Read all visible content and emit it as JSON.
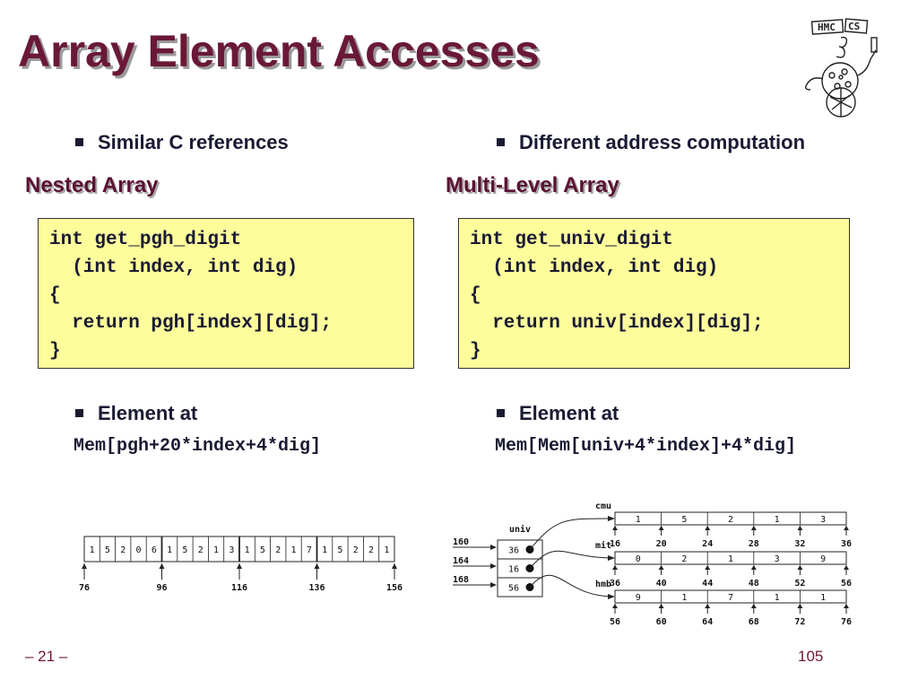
{
  "slide": {
    "title": "Array Element Accesses",
    "left": {
      "bullet1": "Similar C references",
      "subhead": "Nested Array",
      "code": [
        "int get_pgh_digit",
        "  (int index, int dig)",
        "{",
        "  return pgh[index][dig];",
        "}"
      ],
      "bullet2": "Element at",
      "expr": "Mem[pgh+20*index+4*dig]"
    },
    "right": {
      "bullet1": "Different address computation",
      "subhead": "Multi-Level Array",
      "code": [
        "int get_univ_digit",
        "  (int index, int dig)",
        "{",
        "  return univ[index][dig];",
        "}"
      ],
      "bullet2": "Element at",
      "expr": "Mem[Mem[univ+4*index]+4*dig]"
    },
    "footer_left": "– 21 –",
    "footer_right": "105"
  },
  "logo_text": [
    "HMC",
    "CS"
  ],
  "nested_diagram": {
    "values": [
      "1",
      "5",
      "2",
      "0",
      "6",
      "1",
      "5",
      "2",
      "1",
      "3",
      "1",
      "5",
      "2",
      "1",
      "7",
      "1",
      "5",
      "2",
      "2",
      "1"
    ],
    "addresses": [
      "76",
      "96",
      "116",
      "136",
      "156"
    ]
  },
  "multilevel_diagram": {
    "univ_label": "univ",
    "univ_addresses": [
      "160",
      "164",
      "168"
    ],
    "univ_values": [
      "36",
      "16",
      "56"
    ],
    "arrays": [
      {
        "label": "cmu",
        "values": [
          "1",
          "5",
          "2",
          "1",
          "3"
        ],
        "addresses": [
          "16",
          "20",
          "24",
          "28",
          "32",
          "36"
        ]
      },
      {
        "label": "mit",
        "values": [
          "0",
          "2",
          "1",
          "3",
          "9"
        ],
        "addresses": [
          "36",
          "40",
          "44",
          "48",
          "52",
          "56"
        ]
      },
      {
        "label": "hmb",
        "values": [
          "9",
          "1",
          "7",
          "1",
          "1"
        ],
        "addresses": [
          "56",
          "60",
          "64",
          "68",
          "72",
          "76"
        ]
      }
    ]
  },
  "colors": {
    "title": "#6a1838",
    "code_bg": "#fdfd9c",
    "text": "#1a1a33"
  }
}
